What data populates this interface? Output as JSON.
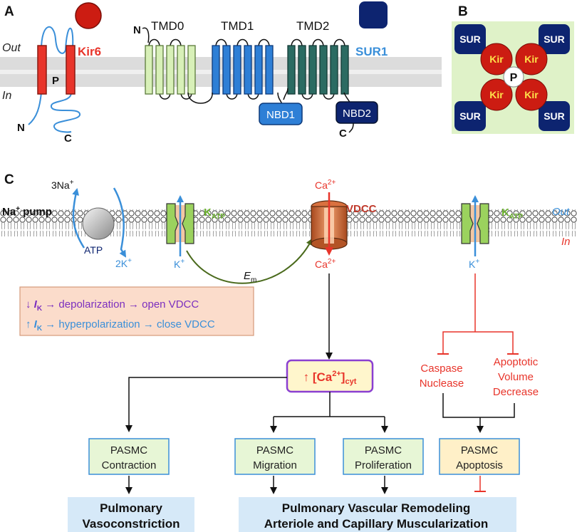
{
  "panel_labels": {
    "a": "A",
    "b": "B",
    "c": "C"
  },
  "panel_a": {
    "out_label": "Out",
    "in_label": "In",
    "kir6_label": "Kir6",
    "sur1_label": "SUR1",
    "pore_label": "P",
    "n_term_left": "N",
    "c_term_left": "C",
    "n_term_tmd0": "N",
    "c_term_nbd2": "C",
    "tmd0_label": "TMD0",
    "tmd1_label": "TMD1",
    "tmd2_label": "TMD2",
    "nbd1_label": "NBD1",
    "nbd2_label": "NBD2",
    "colors": {
      "kir": "#e8342a",
      "sur": "#0d2470",
      "tmd0": "#d8f0b8",
      "tmd1": "#2e7fd6",
      "tmd2": "#2b6b62"
    }
  },
  "panel_b": {
    "sur_label": "SUR",
    "kir_label": "Kir",
    "pore_label": "P",
    "background": "#dff2c8"
  },
  "panel_c": {
    "na_out_label": "3Na",
    "na_out_sup": "+",
    "na_pump_label": "Na",
    "na_pump_sup": "+",
    "na_pump_suffix": " pump",
    "atp_label": "ATP",
    "k_in_label": "2K",
    "k_in_sup": "+",
    "k_label_1": "K",
    "k_sup_1": "+",
    "katp_label_1": "K",
    "katp_sub_1": "ATP",
    "ca_top_label": "Ca",
    "ca_top_sup": "2+",
    "vdcc_label": "VDCC",
    "ca_bottom_label": "Ca",
    "ca_bottom_sup": "2+",
    "em_label": "E",
    "em_sub": "m",
    "k_label_2": "K",
    "k_sup_2": "+",
    "katp_label_2": "K",
    "katp_sub_2": "ATP",
    "out_label": "Out",
    "in_label": "In",
    "legend_line1": {
      "arrow": "↓",
      "i": "I",
      "sub": "K",
      "text": " → depolarization → open VDCC"
    },
    "legend_line2": {
      "arrow": "↑",
      "i": "I",
      "sub": "K",
      "text": " → hyperpolarization → close VDCC"
    },
    "ca_cyt_box": {
      "arrow": "↑ ",
      "bracket_open": "[Ca",
      "sup": "2+",
      "bracket_close": "]",
      "sub": "cyt"
    },
    "caspase_label": "Caspase",
    "nuclease_label": "Nuclease",
    "avd_line1": "Apoptotic",
    "avd_line2": "Volume",
    "avd_line3": "Decrease",
    "pasmc": [
      {
        "line1": "PASMC",
        "line2": "Contraction"
      },
      {
        "line1": "PASMC",
        "line2": "Migration"
      },
      {
        "line1": "PASMC",
        "line2": "Proliferation"
      },
      {
        "line1": "PASMC",
        "line2": "Apoptosis"
      }
    ],
    "outcome_left_line1": "Pulmonary",
    "outcome_left_line2": "Vasoconstriction",
    "outcome_right_line1": "Pulmonary Vascular Remodeling",
    "outcome_right_line2": "Arteriole and Capillary Muscularization",
    "colors": {
      "katp": "#7ac142",
      "vdcc": "#c0392b",
      "potassium": "#3a8fd9",
      "apoptosis": "#e8342a",
      "em_arrow": "#4a6a1c"
    }
  }
}
